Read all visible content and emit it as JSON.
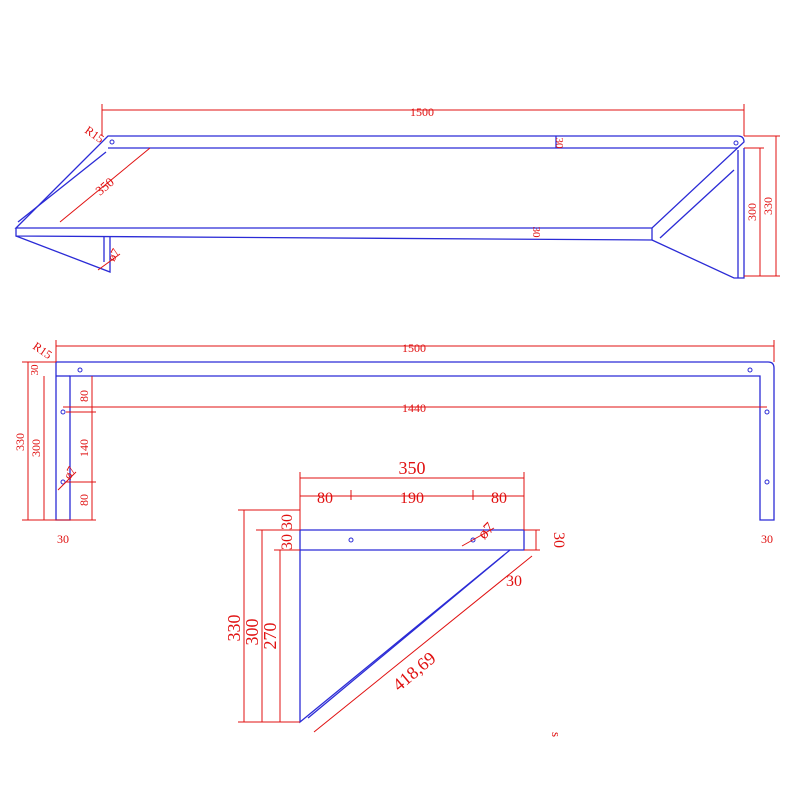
{
  "colors": {
    "object_lines": "#2b2bd6",
    "dimensions": "#e01010",
    "background": "#ffffff"
  },
  "perspective_view": {
    "dims": {
      "length": "1500",
      "radius": "R15",
      "depth": "350",
      "hole": "7",
      "lip_top": "30",
      "lip_front": "30",
      "bracket_height": "300",
      "overall_height": "330"
    }
  },
  "front_view": {
    "dims": {
      "length": "1500",
      "radius": "R15",
      "lip_top": "30",
      "overall_height": "330",
      "bracket_height": "300",
      "hole_offset_top": "80",
      "hole_spacing": "140",
      "hole_offset_bottom": "80",
      "hole_distance": "1440",
      "hole": "7",
      "leg_width_left": "30",
      "leg_width_right": "30"
    }
  },
  "bracket_view": {
    "dims": {
      "width": "350",
      "hole_offset_left": "80",
      "hole_spacing": "190",
      "hole_offset_right": "80",
      "top_a": "30",
      "top_b": "30",
      "right_thickness": "30",
      "hole": "7",
      "overall_height": "330",
      "height_300": "300",
      "height_270": "270",
      "diagonal": "418,69",
      "diagonal_thickness": "30",
      "stray_mark": "s"
    }
  }
}
